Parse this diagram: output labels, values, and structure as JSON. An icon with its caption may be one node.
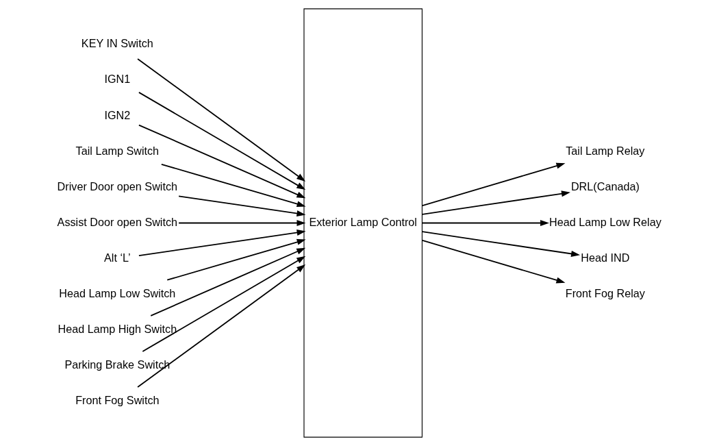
{
  "diagram": {
    "nodes": [
      {
        "text": [
          "KEY IN Switch"
        ]
      },
      {
        "text": [
          "IGN1"
        ]
      },
      {
        "text": [
          "IGN2"
        ]
      },
      {
        "text": [
          "Tail Lamp Switch"
        ]
      },
      {
        "text": [
          "Driver Door open Switch"
        ]
      },
      {
        "text": [
          "Assist Door open Switch"
        ]
      },
      {
        "text": [
          "Alt ‘L’"
        ]
      },
      {
        "text": [
          "Head Lamp Low Switch"
        ]
      },
      {
        "text": [
          "Head Lamp High Switch"
        ]
      },
      {
        "text": [
          "Parking Brake Switch"
        ]
      },
      {
        "text": [
          "Front Fog Switch"
        ]
      },
      {
        "text": [
          "Exterior Lamp Control"
        ]
      },
      {
        "text": [
          "Tail Lamp Relay"
        ]
      },
      {
        "text": [
          "DRL(Canada)"
        ]
      },
      {
        "text": [
          "Head Lamp Low Relay"
        ]
      },
      {
        "text": [
          "Head IND"
        ]
      },
      {
        "text": [
          "Front Fog Relay"
        ]
      }
    ],
    "edges": [
      {
        "from": 0,
        "to": 11,
        "arrow": "to"
      },
      {
        "from": 1,
        "to": 11,
        "arrow": "to"
      },
      {
        "from": 2,
        "to": 11,
        "arrow": "to"
      },
      {
        "from": 3,
        "to": 11,
        "arrow": "to"
      },
      {
        "from": 4,
        "to": 11,
        "arrow": "to"
      },
      {
        "from": 5,
        "to": 11,
        "arrow": "to"
      },
      {
        "from": 6,
        "to": 11,
        "arrow": "to"
      },
      {
        "from": 7,
        "to": 11,
        "arrow": "to"
      },
      {
        "from": 8,
        "to": 11,
        "arrow": "to"
      },
      {
        "from": 9,
        "to": 11,
        "arrow": "to"
      },
      {
        "from": 10,
        "to": 11,
        "arrow": "to"
      },
      {
        "from": 11,
        "to": 12,
        "arrow": "to"
      },
      {
        "from": 11,
        "to": 13,
        "arrow": "to"
      },
      {
        "from": 11,
        "to": 14,
        "arrow": "to"
      },
      {
        "from": 11,
        "to": 15,
        "arrow": "to"
      },
      {
        "from": 11,
        "to": 16,
        "arrow": "to"
      }
    ]
  }
}
